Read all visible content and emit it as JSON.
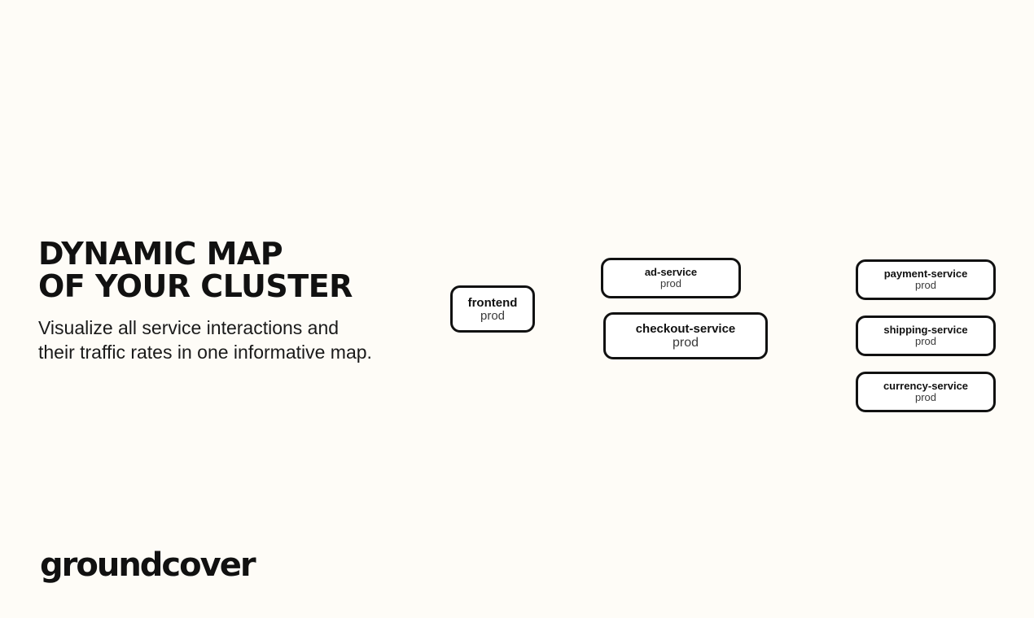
{
  "hero": {
    "headline_line1": "DYNAMIC MAP",
    "headline_line2": "OF YOUR CLUSTER",
    "subhead_line1": "Visualize all service interactions and",
    "subhead_line2": "their traffic rates in one informative map."
  },
  "map": {
    "nodes": [
      {
        "name": "frontend",
        "env": "prod"
      },
      {
        "name": "ad-service",
        "env": "prod"
      },
      {
        "name": "checkout-service",
        "env": "prod"
      },
      {
        "name": "payment-service",
        "env": "prod"
      },
      {
        "name": "shipping-service",
        "env": "prod"
      },
      {
        "name": "currency-service",
        "env": "prod"
      }
    ]
  },
  "brand": {
    "logo_text": "groundcover"
  },
  "colors": {
    "background": "#fefcf7",
    "text": "#111111",
    "node_border": "#111111",
    "node_fill": "#ffffff"
  }
}
